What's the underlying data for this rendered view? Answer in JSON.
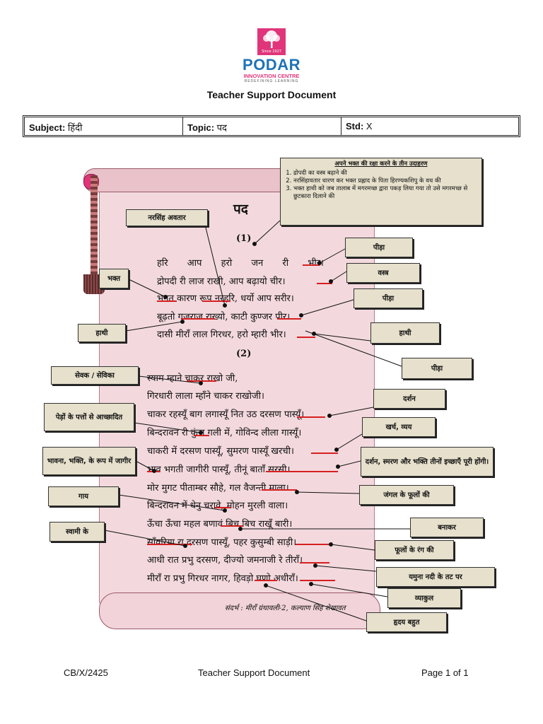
{
  "header": {
    "logo": {
      "since": "Since 1927",
      "name": "PODAR",
      "sub": "INNOVATION CENTRE",
      "tagline": "REDEFINING LEARNING"
    },
    "title": "Teacher Support Document"
  },
  "info": {
    "subject_label": "Subject:",
    "subject_value": "हिंदी",
    "topic_label": "Topic:",
    "topic_value": "पद",
    "std_label": "Std:",
    "std_value": "X"
  },
  "poem": {
    "title": "पद",
    "stanza1": "(1)",
    "stanza2": "(2)",
    "lines1": [
      "हरि आप हरो जन री भीर।",
      "द्रोपदी री लाज राखी, आप बढ़ायो चीर।",
      "भगत कारण रूप नरहरि, धर्यो आप सरीर।",
      "बूढ़तो गजराज राख्यो, काटी कुण्जर पीर।",
      "दासी मीराँ लाल गिरधर, हरो म्हारी भीर।"
    ],
    "lines2": [
      "स्याम म्हाने चाकर राखो जी,",
      "गिरधारी लाला म्हाँने चाकर राखोजी।",
      "चाकर रहस्यूँ बाग लगास्यूँ नित उठ दरसण पास्यूँ।",
      "बिन्दरावन री कुंज गली में, गोविन्द लीला गास्यूँ।",
      "चाकरी में दरसण पास्यूँ, सुमरण पास्यूँ खरची।",
      "भाव भगती जागीरी पास्यूँ, तीनूं बाताँ सरसी।",
      "मोर मुगट पीताम्बर सौहे, गल वैजन्ती माला।",
      "बिन्दरावन में धेनु चरावे, मोहन मुरली वाला।",
      "ऊँचा ऊँचा महल बणावं बिच बिच राखूँ बारी।",
      "साँवरिया रा दरसण पास्यूँ, पहर कुसुम्बी साड़ी।",
      "आधी रात प्रभु दरसण, दीज्यो जमनाजी रे तीराँ।",
      "मीराँ रा प्रभु गिरधर नागर, हिवड़ो घणो अधीराँ।"
    ],
    "reference": "संदर्भ : मीराँ ग्रंथावली-2, कल्याण सिंह शेखावत"
  },
  "examples": {
    "title": "अपने भक्त की रक्षा करने के तीन उदाहरण",
    "items": [
      "द्रोपदी का वस्त्र बढ़ाने की",
      "नरसिंहावतार धारण कर भक्त प्रह्लाद के पिता हिरण्यकशिपु के वध की",
      "भक्त हाथी को जब तालाब में मगरमच्छ द्वारा पकड़ लिया गया तो उसे मगरमच्छ से छुटकारा दिलाने की"
    ]
  },
  "annotations": {
    "narsingh": "नरसिंह अवतार",
    "bhakt": "भक्त",
    "hathi_left": "हाथी",
    "peeda1": "पीड़ा",
    "vastra": "वस्त्र",
    "peeda2": "पीड़ा",
    "hathi_right": "हाथी",
    "peeda3": "पीड़ा",
    "sevak": "सेवक / सेविका",
    "pedon": "पेड़ों के पत्तों से आच्छादित",
    "bhavna": "भावना, भक्ति, के रूप में जागीर",
    "gaay": "गाय",
    "swami": "स्वामी के",
    "darshan": "दर्शन",
    "kharch": "खर्च, व्यय",
    "teeno": "दर्शन, स्मरण और भक्ति तीनों इच्छाएँ पूरी होंगी।",
    "jangal": "जंगल के फूलों की",
    "banakar": "बनाकर",
    "phoolon": "फूलों के रंग की",
    "yamuna": "यमुना नदी के तट पर",
    "vyakul": "व्याकुल",
    "hriday": "हृदय बहुत"
  },
  "footer": {
    "code": "CB/X/2425",
    "title": "Teacher Support Document",
    "page": "Page 1 of 1"
  }
}
